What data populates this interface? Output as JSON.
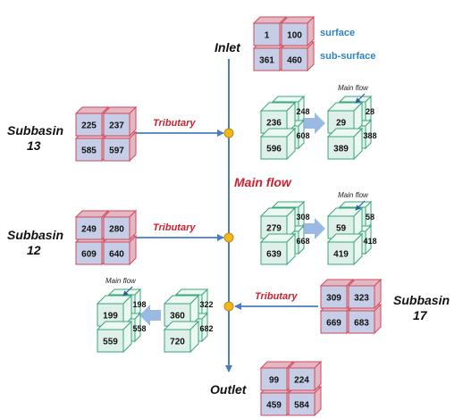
{
  "labels": {
    "inlet": "Inlet",
    "outlet": "Outlet",
    "main_flow": "Main flow",
    "surface": "surface",
    "sub_surface": "sub-surface",
    "tributary": "Tributary",
    "main_flow_small": "Main flow"
  },
  "subbasins": {
    "s13": {
      "title": "Subbasin",
      "number": "13",
      "cells": [
        "225",
        "237",
        "585",
        "597"
      ]
    },
    "s12": {
      "title": "Subbasin",
      "number": "12",
      "cells": [
        "249",
        "280",
        "609",
        "640"
      ]
    },
    "s17": {
      "title": "Subbasin",
      "number": "17",
      "cells": [
        "309",
        "323",
        "669",
        "683"
      ]
    }
  },
  "inlet_block": {
    "cells": [
      "1",
      "100",
      "361",
      "460"
    ]
  },
  "outlet_block": {
    "cells": [
      "99",
      "224",
      "459",
      "584"
    ]
  },
  "merge1": {
    "left": {
      "front": [
        "236",
        "596"
      ],
      "side": [
        "248",
        "608"
      ]
    },
    "right": {
      "front": [
        "29",
        "389"
      ],
      "side": [
        "28",
        "388"
      ]
    }
  },
  "merge2": {
    "left": {
      "front": [
        "279",
        "639"
      ],
      "side": [
        "308",
        "668"
      ]
    },
    "right": {
      "front": [
        "59",
        "419"
      ],
      "side": [
        "58",
        "418"
      ]
    }
  },
  "merge3": {
    "left": {
      "front": [
        "199",
        "559"
      ],
      "side": [
        "198",
        "558"
      ]
    },
    "right": {
      "front": [
        "360",
        "720"
      ],
      "side": [
        "322",
        "682"
      ]
    }
  },
  "colors": {
    "red_edge": "#d04a5c",
    "red_fill": "#c6cde6",
    "red_top": "#e3b8c4",
    "green_edge": "#3aa67c",
    "green_fill": "#dff0ea",
    "green_top": "#eef8f3",
    "river": "#4a7cc0",
    "node": "#f2b71b",
    "tributary_text": "#d0202e",
    "surface_text": "#2d83c4",
    "shadow_arrow": "#8fb2e0"
  }
}
